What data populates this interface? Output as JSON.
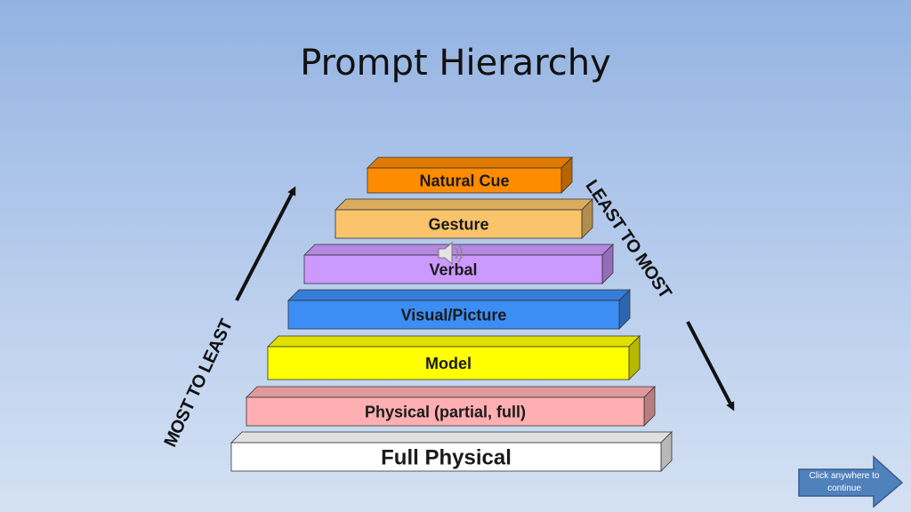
{
  "title": "Prompt Hierarchy",
  "tiers": [
    {
      "label": "Natural Cue",
      "color": "#ff8c00"
    },
    {
      "label": "Gesture",
      "color": "#f9c46b"
    },
    {
      "label": "Verbal",
      "color": "#cc99ff"
    },
    {
      "label": "Visual/Picture",
      "color": "#3c8ef5"
    },
    {
      "label": "Model",
      "color": "#ffff00"
    },
    {
      "label": "Physical (partial, full)",
      "color": "#ffafb1"
    },
    {
      "label": "Full Physical",
      "color": "#ffffff"
    }
  ],
  "left_label": "MOST TO LEAST",
  "right_label": "LEAST TO MOST",
  "nav_button": {
    "label": "Click anywhere to continue",
    "color": "#4f81bd"
  }
}
